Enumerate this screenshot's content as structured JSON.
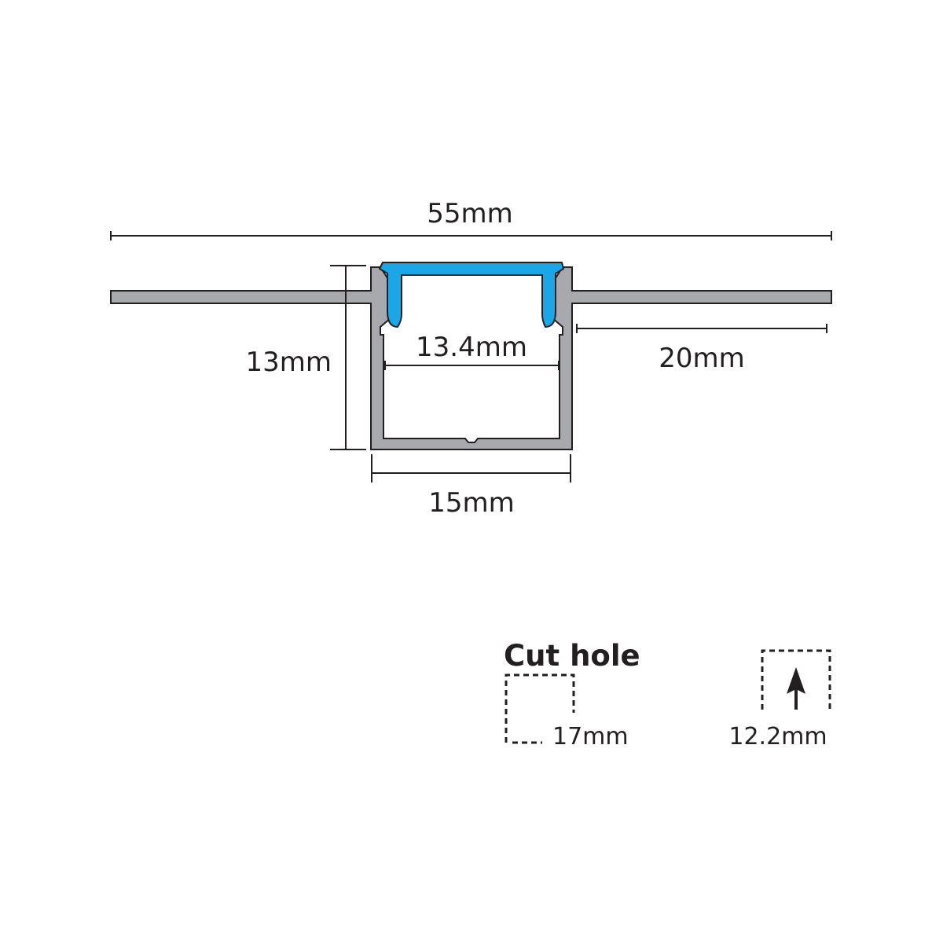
{
  "colors": {
    "profile_fill": "#a7a9ac",
    "profile_stroke": "#231f20",
    "diffuser_fill": "#1aa7e8",
    "line": "#231f20"
  },
  "dimensions": {
    "total_width": "55mm",
    "height": "13mm",
    "inner_width": "13.4mm",
    "flange_width": "20mm",
    "outer_width": "15mm"
  },
  "legend": {
    "title": "Cut hole",
    "cut_width": "17mm",
    "cut_depth": "12.2mm",
    "depth_arrow_icon": "arrow-up-icon"
  }
}
